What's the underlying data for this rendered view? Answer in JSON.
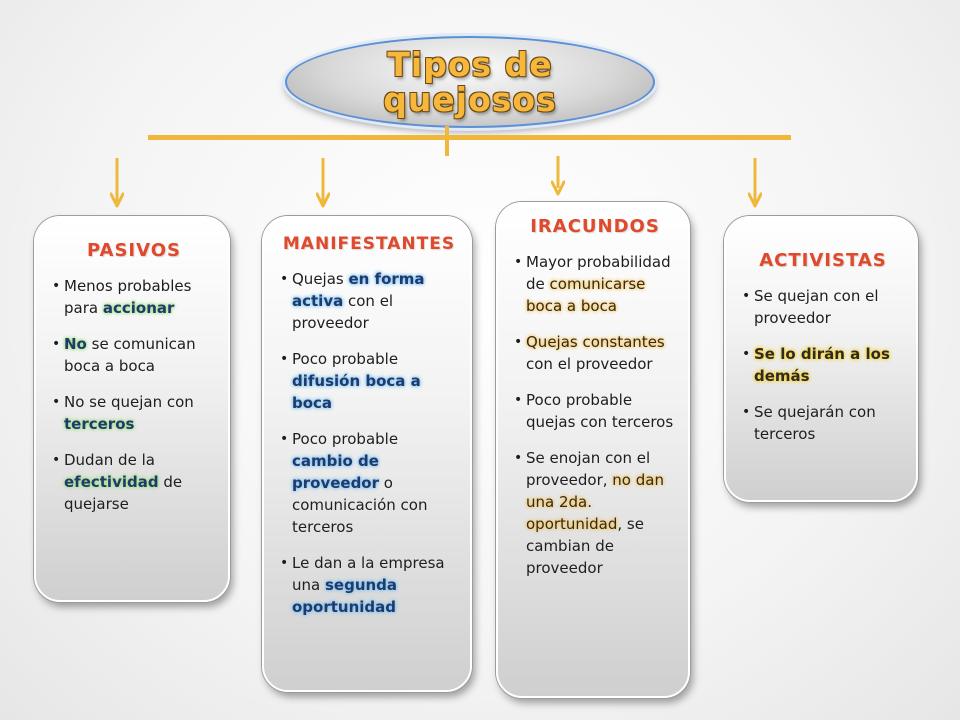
{
  "title": "Tipos de quejosos",
  "colors": {
    "accent": "#f0b83b",
    "heading": "#e0492b",
    "title": "#f6b73c",
    "ellipse_border": "#5b8fd6"
  },
  "categories": [
    {
      "title": "PASIVOS",
      "items": [
        [
          {
            "t": "Menos probables para "
          },
          {
            "t": "accionar",
            "h": "green"
          }
        ],
        [
          {
            "t": "No",
            "h": "green"
          },
          {
            "t": " se comunican boca a boca"
          }
        ],
        [
          {
            "t": "No se quejan con "
          },
          {
            "t": "terceros",
            "h": "green"
          }
        ],
        [
          {
            "t": "Dudan de la "
          },
          {
            "t": "efectividad",
            "h": "green"
          },
          {
            "t": " de quejarse"
          }
        ]
      ]
    },
    {
      "title": "MANIFESTANTES",
      "items": [
        [
          {
            "t": "Quejas "
          },
          {
            "t": "en forma activa",
            "h": "blue"
          },
          {
            "t": " con el proveedor"
          }
        ],
        [
          {
            "t": "Poco probable "
          },
          {
            "t": "difusión boca a boca",
            "h": "blue"
          }
        ],
        [
          {
            "t": "Poco probable "
          },
          {
            "t": "cambio de proveedor",
            "h": "blue"
          },
          {
            "t": " o comunicación con terceros"
          }
        ],
        [
          {
            "t": "Le dan a la empresa una "
          },
          {
            "t": "segunda oportunidad",
            "h": "blue"
          }
        ]
      ]
    },
    {
      "title": "IRACUNDOS",
      "items": [
        [
          {
            "t": "Mayor probabilidad de "
          },
          {
            "t": "comunicarse boca a boca",
            "h": "orange"
          }
        ],
        [
          {
            "t": "Quejas constantes",
            "h": "orange"
          },
          {
            "t": " con el proveedor"
          }
        ],
        [
          {
            "t": "Poco probable quejas con terceros"
          }
        ],
        [
          {
            "t": "Se enojan con el proveedor, "
          },
          {
            "t": "no dan una 2da. oportunidad",
            "h": "orange"
          },
          {
            "t": ", se cambian de proveedor"
          }
        ]
      ]
    },
    {
      "title": "ACTIVISTAS",
      "items": [
        [
          {
            "t": "Se quejan con el proveedor"
          }
        ],
        [
          {
            "t": "Se lo dirán a los demás",
            "h": "yellow"
          }
        ],
        [
          {
            "t": "Se quejarán con terceros"
          }
        ]
      ]
    }
  ]
}
